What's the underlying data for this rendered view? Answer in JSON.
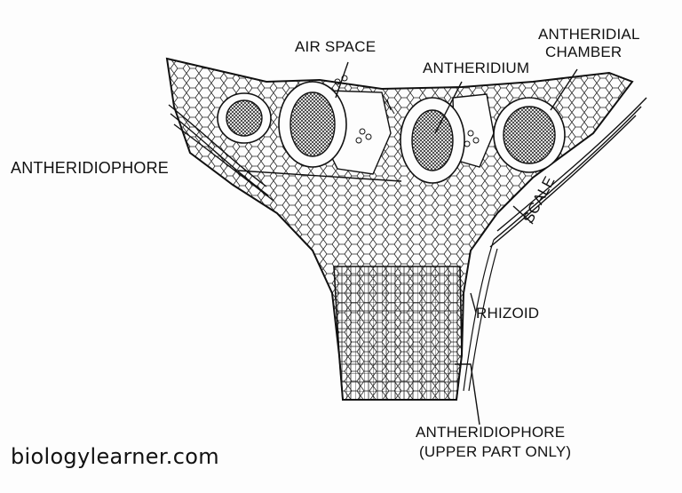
{
  "labels": {
    "air_space": "AIR SPACE",
    "antheridial_chamber_line1": "ANTHERIDIAL",
    "antheridial_chamber_line2": "CHAMBER",
    "antheridium": "ANTHERIDIUM",
    "antheridiophore": "ANTHERIDIOPHORE",
    "scale": "SCALE",
    "rhizoid": "RHIZOID",
    "antheridiophore_upper_line1": "ANTHERIDIOPHORE",
    "antheridiophore_upper_line2": "(UPPER PART ONLY)"
  },
  "watermark": "biologylearner.com",
  "colors": {
    "ink": "#111111",
    "paper": "#fdfdfd",
    "bleed": "#c8c8c8"
  }
}
